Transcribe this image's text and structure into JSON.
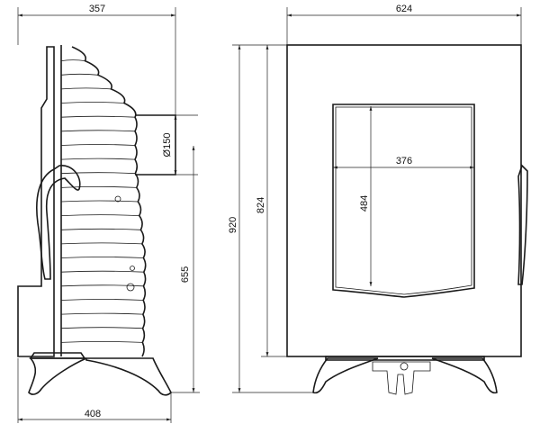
{
  "side_view": {
    "depth_top": "357",
    "depth_base": "408",
    "flue_diameter": "Ø150",
    "flue_height": "655"
  },
  "front_view": {
    "width": "624",
    "total_height": "920",
    "body_height": "824",
    "window_width": "376",
    "window_height": "484"
  }
}
